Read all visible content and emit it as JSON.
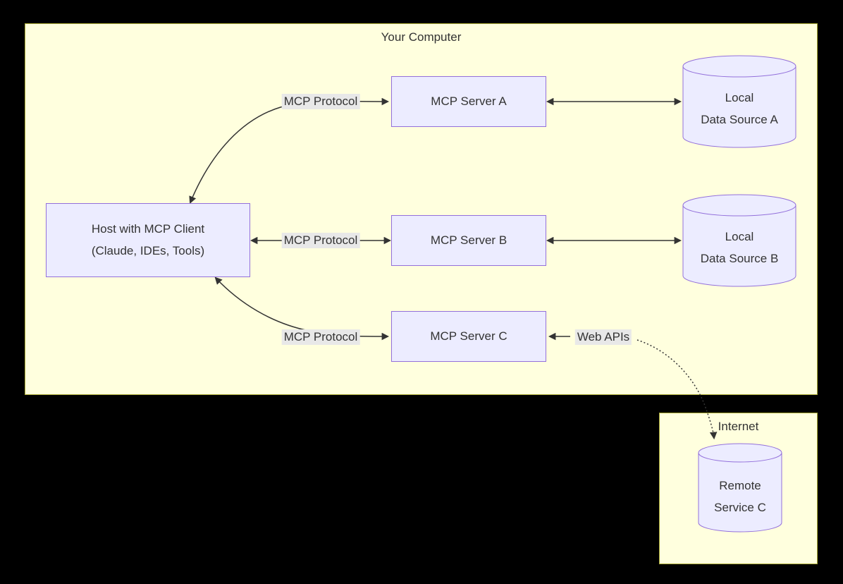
{
  "containers": {
    "your_computer": {
      "label": "Your Computer"
    },
    "internet": {
      "label": "Internet"
    }
  },
  "nodes": {
    "host": {
      "line1": "Host with MCP Client",
      "line2": "(Claude, IDEs, Tools)"
    },
    "server_a": {
      "label": "MCP Server A"
    },
    "server_b": {
      "label": "MCP Server B"
    },
    "server_c": {
      "label": "MCP Server C"
    },
    "source_a": {
      "line1": "Local",
      "line2": "Data Source A"
    },
    "source_b": {
      "line1": "Local",
      "line2": "Data Source B"
    },
    "remote_c": {
      "line1": "Remote",
      "line2": "Service C"
    }
  },
  "edges": {
    "host_server_a": {
      "label": "MCP Protocol"
    },
    "host_server_b": {
      "label": "MCP Protocol"
    },
    "host_server_c": {
      "label": "MCP Protocol"
    },
    "server_c_remote": {
      "label": "Web APIs"
    }
  },
  "colors": {
    "page_bg": "#000000",
    "container_fill": "#ffffde",
    "container_border": "#aaaa33",
    "node_fill": "#ececff",
    "node_border": "#9370db",
    "edge_label_bg": "#e8e8e8",
    "text": "#333333",
    "line": "#333333"
  }
}
